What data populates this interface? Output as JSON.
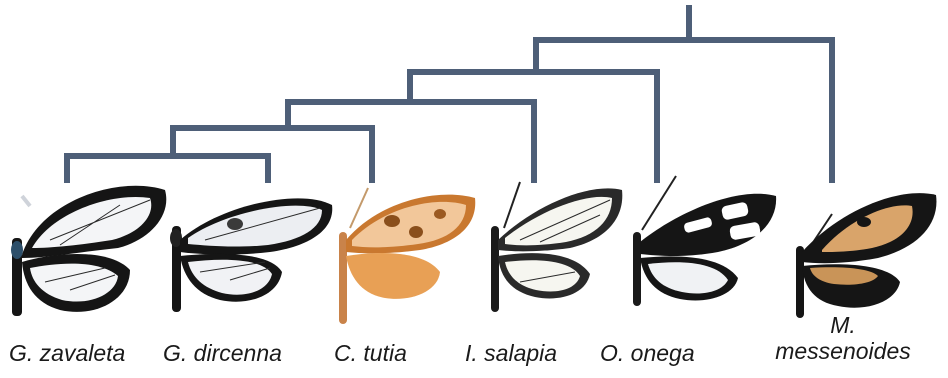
{
  "tree": {
    "branch_color": "#4e5f78"
  },
  "taxa": [
    {
      "label": "G. zavaleta",
      "wing_style": "clearwing-dark-border"
    },
    {
      "label": "G. dircenna",
      "wing_style": "clearwing-smoky"
    },
    {
      "label": "C. tutia",
      "wing_style": "orange-translucent"
    },
    {
      "label": "I. salapia",
      "wing_style": "clearwing-pale"
    },
    {
      "label": "O. onega",
      "wing_style": "black-white-bars"
    },
    {
      "label_line1": "M.",
      "label_line2": "messenoides",
      "wing_style": "tawny-black"
    }
  ],
  "colors": {
    "wing_vein": "#2a2a2a",
    "orange": "#e8a055",
    "tawny": "#d9a46a",
    "black": "#151515",
    "clear": "#f4f5f7"
  }
}
